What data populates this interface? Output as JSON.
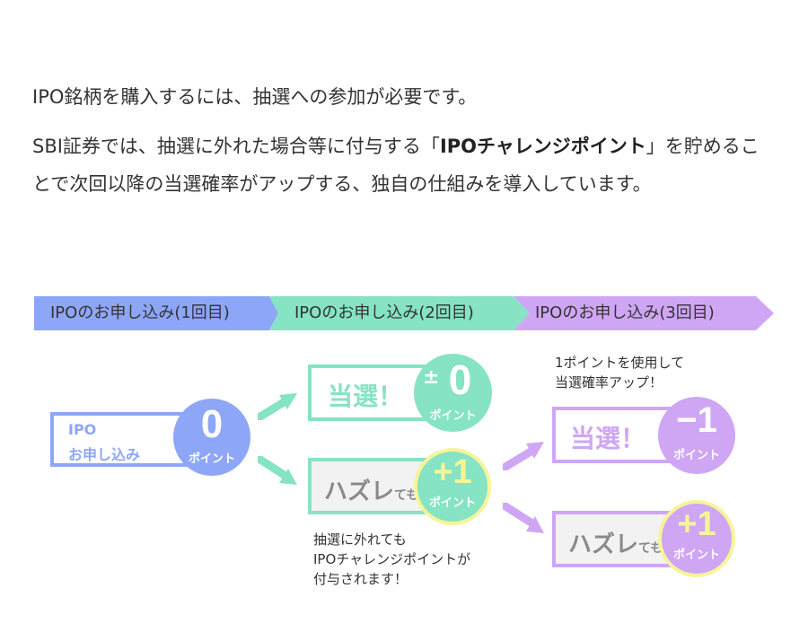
{
  "intro": {
    "line1": "IPO銘柄を購入するには、抽選への参加が必要です。",
    "line2_pre": "SBI証券では、抽選に外れた場合等に付与する「",
    "line2_bold": "IPOチャレンジポイント",
    "line2_post": "」を貯めることで次回以降の当選確率がアップする、独自の仕組みを導入しています。"
  },
  "steps": [
    {
      "label": "IPOのお申し込み(1回目)",
      "color": "#8ea6f8"
    },
    {
      "label": "IPOのお申し込み(2回目)",
      "color": "#86e3c4"
    },
    {
      "label": "IPOのお申し込み(3回目)",
      "color": "#cfa6f4"
    }
  ],
  "start": {
    "line1": "IPO",
    "line2": "お申し込み",
    "points": "0",
    "unit": "ポイント"
  },
  "round1": {
    "win": {
      "label": "当選！",
      "sign": "±",
      "points": "0",
      "unit": "ポイント"
    },
    "lose": {
      "label": "ハズレ",
      "suffix": "ても",
      "points": "+1",
      "unit": "ポイント"
    },
    "note": [
      "抽選に外れても",
      "IPOチャレンジポイントが",
      "付与されます！"
    ]
  },
  "round2": {
    "note": [
      "1ポイントを使用して",
      "当選確率アップ！"
    ],
    "win": {
      "label": "当選！",
      "points": "−1",
      "unit": "ポイント"
    },
    "lose": {
      "label": "ハズレ",
      "suffix": "ても",
      "points": "+1",
      "unit": "ポイント"
    }
  },
  "colors": {
    "blue": "#8ea6f8",
    "green": "#86e3c4",
    "purple": "#cfa6f4",
    "yellow": "#f6f49a"
  }
}
